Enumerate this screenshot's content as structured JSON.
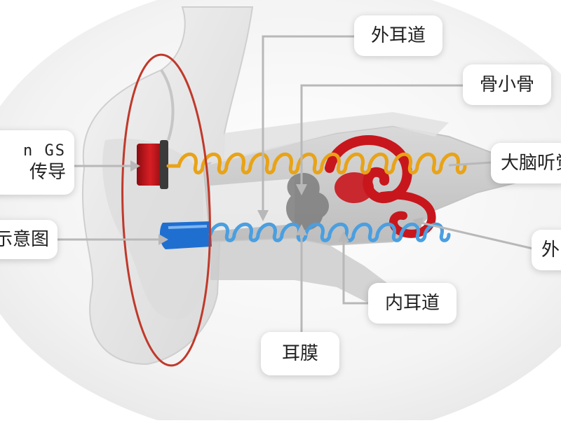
{
  "labels": {
    "outer_canal": "外耳道",
    "ossicles": "骨小骨",
    "brain_partial": "大脑听觉",
    "model_partial": "n GS",
    "conduction_partial": "传导",
    "diagram_partial": "示意图",
    "outer_partial": "外",
    "inner_canal": "内耳道",
    "eardrum": "耳膜"
  },
  "colors": {
    "bone_wave": "#e8a317",
    "air_wave": "#4a9fe0",
    "device_red": "#c8161d",
    "earbud_blue": "#1f6fd1",
    "highlight_ellipse": "#c0392b",
    "connector": "#b8b8b8"
  }
}
